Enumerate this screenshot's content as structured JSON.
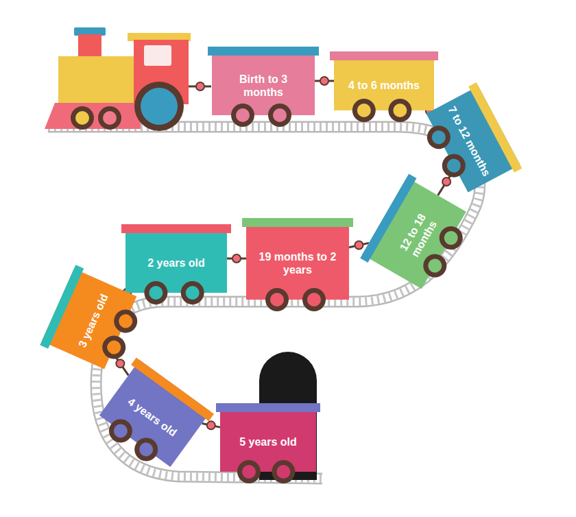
{
  "diagram": {
    "nodes": [
      {
        "text": [
          "Birth to 3 months"
        ]
      },
      {
        "text": [
          "4 to 6 months"
        ]
      },
      {
        "text": [
          "7 to 12 months"
        ]
      },
      {
        "text": [
          "12 to 18 months"
        ]
      },
      {
        "text": [
          "19 months to 2 years"
        ]
      },
      {
        "text": [
          "2 years old"
        ]
      },
      {
        "text": [
          "3 years old"
        ]
      },
      {
        "text": [
          "4 years old"
        ]
      },
      {
        "text": [
          "5 years old"
        ]
      }
    ],
    "edges": [
      {
        "from": 0,
        "to": 1,
        "arrow": "none"
      },
      {
        "from": 1,
        "to": 2,
        "arrow": "none"
      },
      {
        "from": 2,
        "to": 3,
        "arrow": "none"
      },
      {
        "from": 3,
        "to": 4,
        "arrow": "none"
      },
      {
        "from": 4,
        "to": 5,
        "arrow": "none"
      },
      {
        "from": 5,
        "to": 6,
        "arrow": "none"
      },
      {
        "from": 6,
        "to": 7,
        "arrow": "none"
      },
      {
        "from": 7,
        "to": 8,
        "arrow": "none"
      }
    ]
  }
}
